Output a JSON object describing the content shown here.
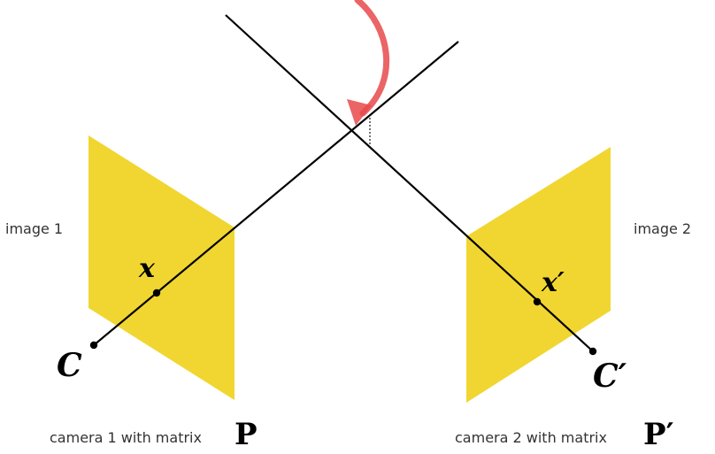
{
  "labels": {
    "image1": "image 1",
    "image2": "image 2",
    "camera1_caption": "camera 1 with matrix",
    "camera2_caption": "camera 2 with matrix",
    "point1": "x",
    "point2": "x′",
    "center1": "C",
    "center2": "C′",
    "matrix1": "P",
    "matrix2": "P′"
  },
  "colors": {
    "image_plane": "#f0d21f",
    "ray": "#000000",
    "arrow": "#e8494b"
  }
}
